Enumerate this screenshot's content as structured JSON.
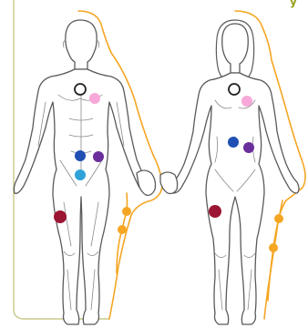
{
  "colors": {
    "outline": "#5a5a5a",
    "aura": "#f5a623",
    "frame": "#c8c98a",
    "accent_text": "#9aa01e"
  },
  "corner_text": "y",
  "figures": [
    {
      "name": "male",
      "markers": [
        {
          "name": "heart-ring",
          "fill": "#ffffff",
          "stroke": "#222222"
        },
        {
          "name": "chest-right",
          "fill": "#f7a8d8"
        },
        {
          "name": "abdomen-left",
          "fill": "#1f4fb3"
        },
        {
          "name": "abdomen-right",
          "fill": "#6a2f9a"
        },
        {
          "name": "groin",
          "fill": "#2fa3d8"
        },
        {
          "name": "thigh",
          "fill": "#9b1633"
        },
        {
          "name": "knee-orange-1",
          "fill": "#f5a623"
        },
        {
          "name": "knee-orange-2",
          "fill": "#f5a623"
        }
      ]
    },
    {
      "name": "female",
      "markers": [
        {
          "name": "heart-ring",
          "fill": "#ffffff",
          "stroke": "#222222"
        },
        {
          "name": "chest-right",
          "fill": "#f7a8d8"
        },
        {
          "name": "abdomen-left",
          "fill": "#1f4fb3"
        },
        {
          "name": "abdomen-right",
          "fill": "#6a2f9a"
        },
        {
          "name": "thigh",
          "fill": "#9b1633"
        },
        {
          "name": "knee-orange-1",
          "fill": "#f5a623"
        },
        {
          "name": "knee-orange-2",
          "fill": "#f5a623"
        }
      ]
    }
  ]
}
